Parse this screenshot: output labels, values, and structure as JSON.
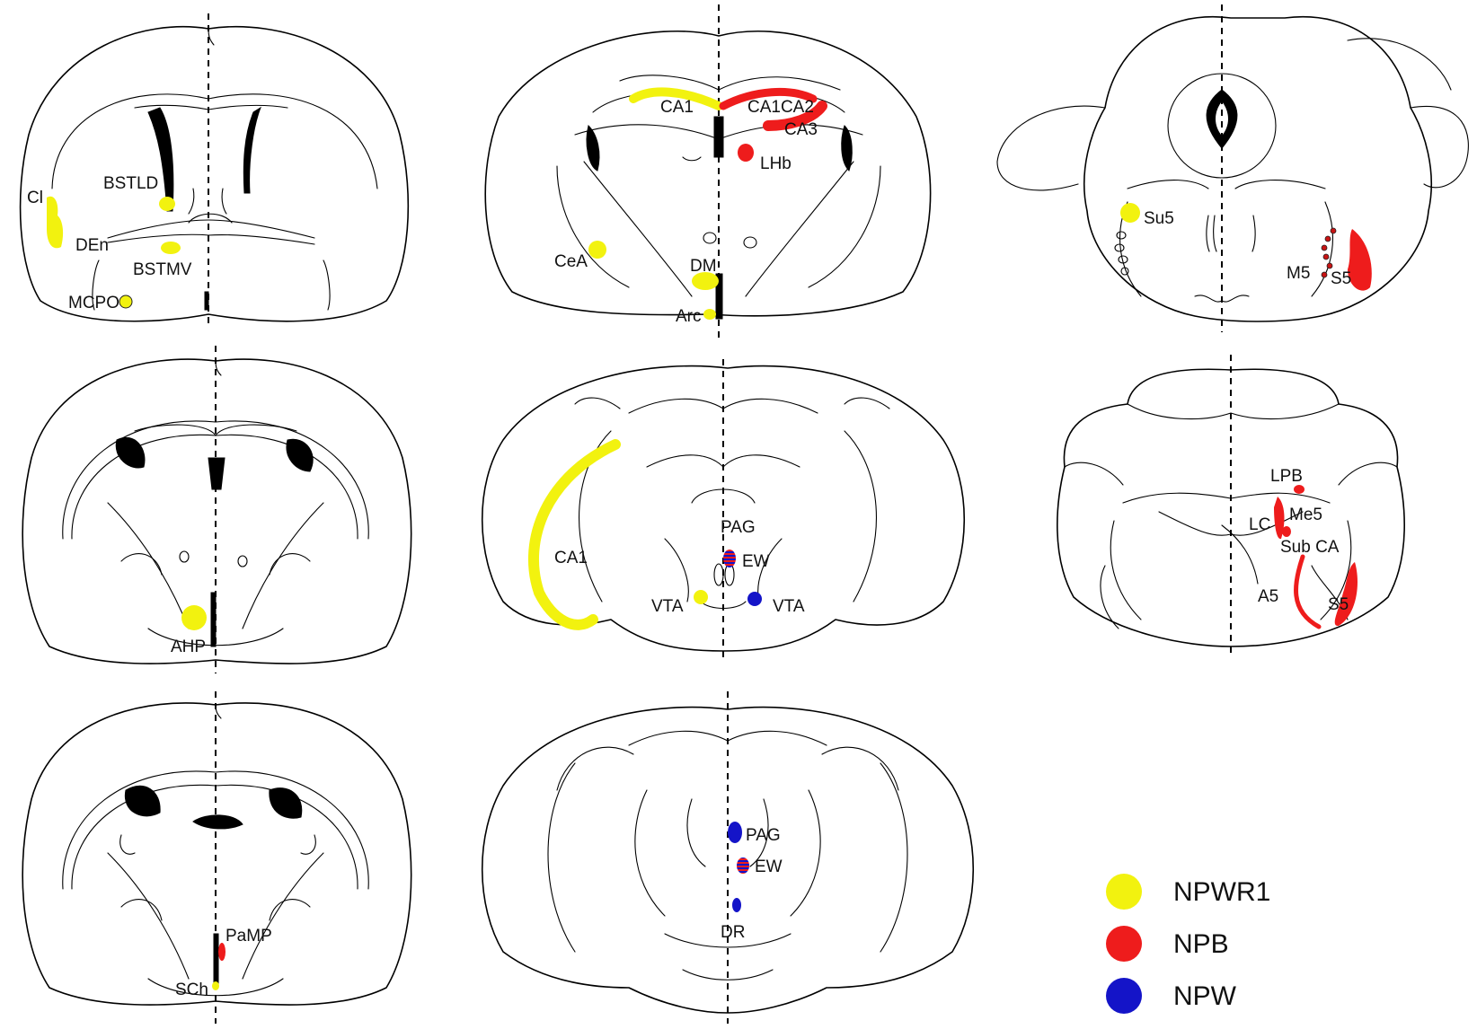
{
  "colors": {
    "npwr1": "#f2f20f",
    "npb": "#ee1c1c",
    "npw": "#1414c8"
  },
  "legend": {
    "npwr1": "NPWR1",
    "npb": "NPB",
    "npw": "NPW"
  },
  "panel1": {
    "cl": "Cl",
    "bstld": "BSTLD",
    "den": "DEn",
    "bstmv": "BSTMV",
    "mcpo": "MCPO"
  },
  "panel2": {
    "ca1_left": "CA1",
    "ca1ca2": "CA1CA2",
    "ca3": "CA3",
    "lhb": "LHb",
    "cea": "CeA",
    "dm": "DM",
    "arc": "Arc"
  },
  "panel3": {
    "su5": "Su5",
    "m5": "M5",
    "s5": "S5"
  },
  "panel4": {
    "ahp": "AHP"
  },
  "panel5": {
    "pag": "PAG",
    "ca1": "CA1",
    "ew": "EW",
    "vta_left": "VTA",
    "vta_right": "VTA"
  },
  "panel6": {
    "lpb": "LPB",
    "lc": "LC",
    "me5": "Me5",
    "sub_ca": "Sub CA",
    "a5": "A5",
    "s5": "S5"
  },
  "panel7": {
    "pamp": "PaMP",
    "sch": "SCh"
  },
  "panel8": {
    "pag": "PAG",
    "ew": "EW",
    "dr": "DR"
  }
}
